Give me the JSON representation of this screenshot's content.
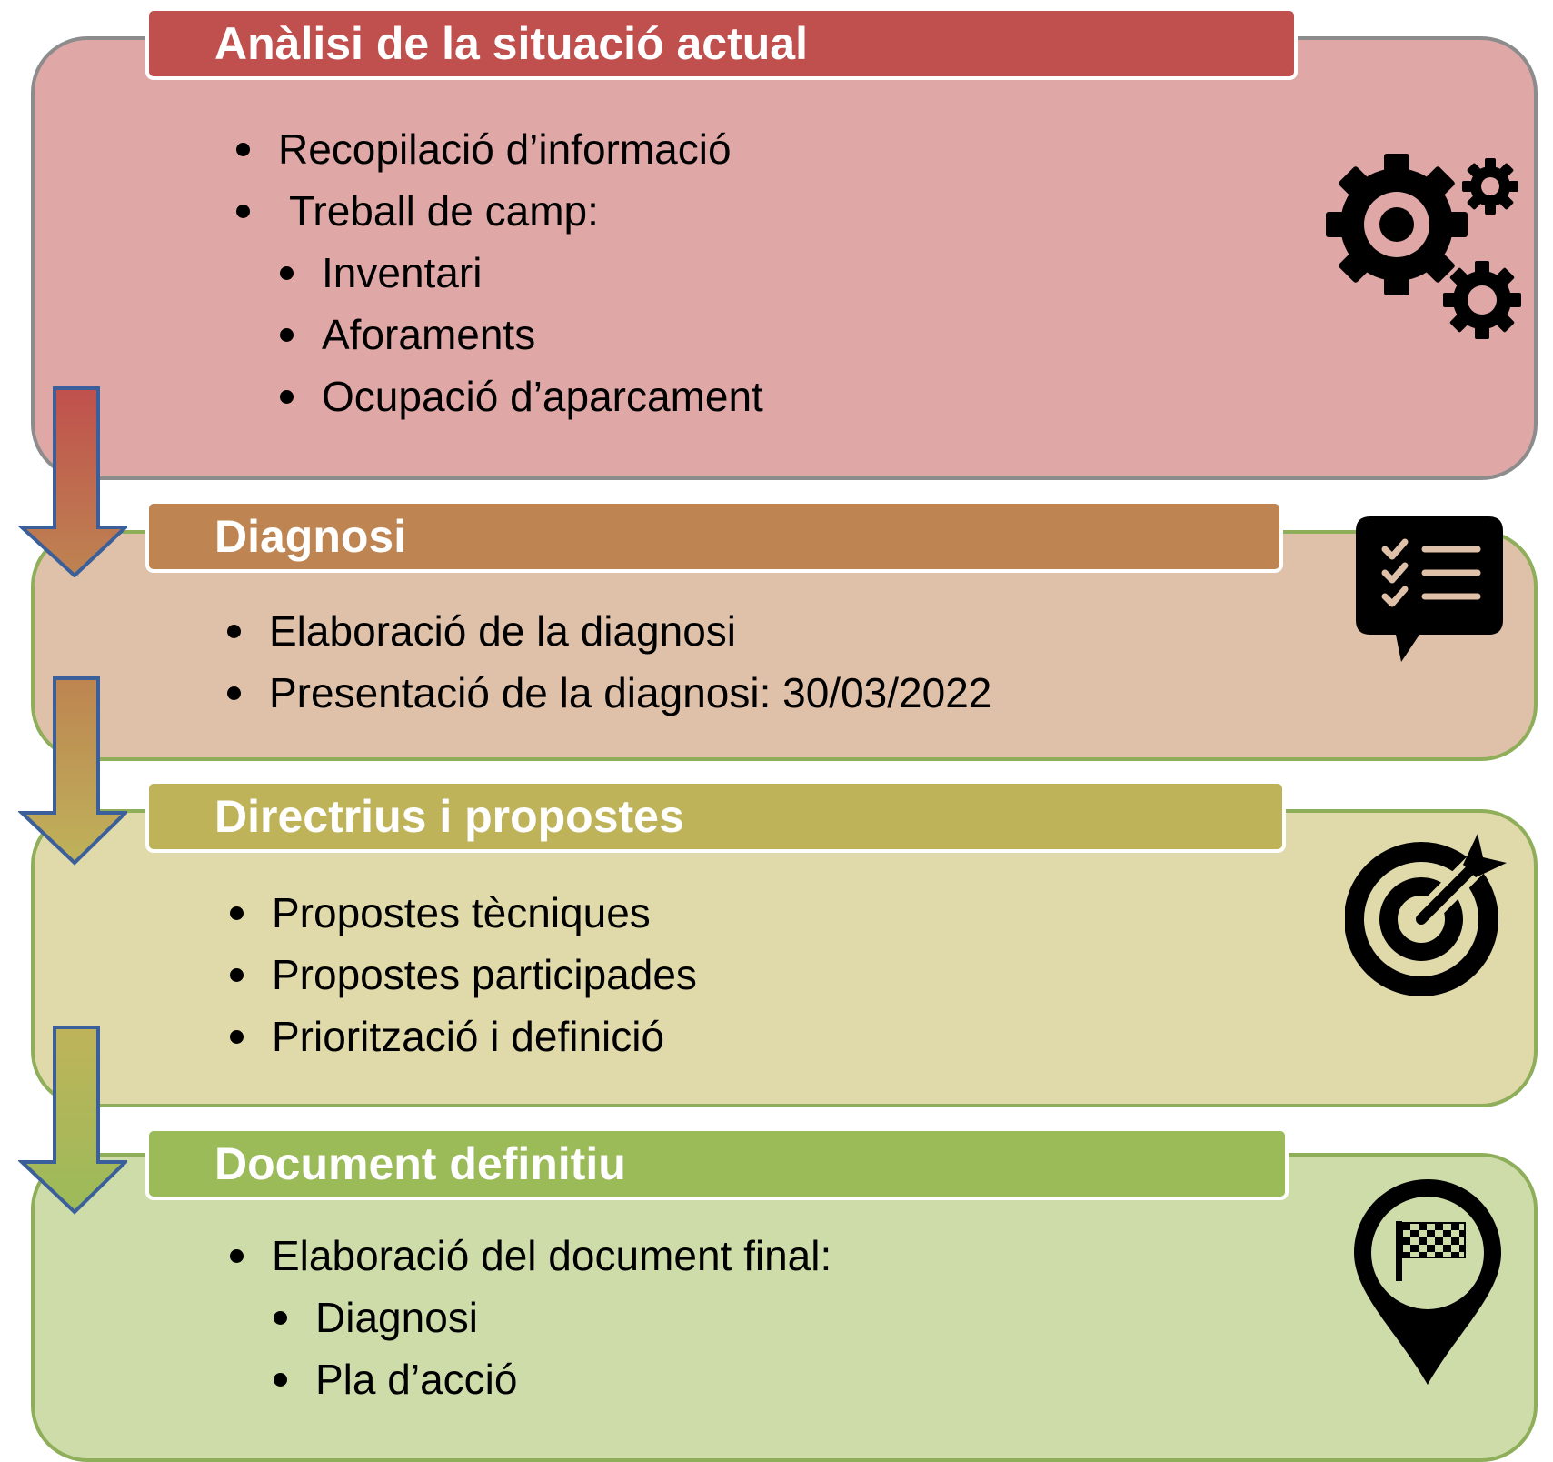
{
  "colors": {
    "stage1_header": "#c0504d",
    "stage1_body": "#dfa8a7",
    "stage2_header": "#be8451",
    "stage2_body": "#dfc0a9",
    "stage3_header": "#bfb35a",
    "stage3_body": "#e0d9aa",
    "stage4_header": "#9bbb59",
    "stage4_body": "#cedcaa"
  },
  "stages": [
    {
      "title": "Anàlisi de la situació actual",
      "icon": "gears-icon",
      "items": [
        "Recopilació d’informació",
        "Treball de camp:",
        "Inventari",
        "Aforaments",
        "Ocupació d’aparcament"
      ]
    },
    {
      "title": "Diagnosi",
      "icon": "checklist-speech-bubble-icon",
      "items": [
        "Elaboració de la diagnosi",
        "Presentació de la diagnosi: 30/03/2022"
      ]
    },
    {
      "title": "Directrius i propostes",
      "icon": "target-arrow-icon",
      "items": [
        "Propostes tècniques",
        "Propostes participades",
        "Priorització i definició"
      ]
    },
    {
      "title": "Document definitiu",
      "icon": "map-pin-finish-flag-icon",
      "items": [
        "Elaboració del document final:",
        "Diagnosi",
        "Pla d’acció"
      ]
    }
  ]
}
